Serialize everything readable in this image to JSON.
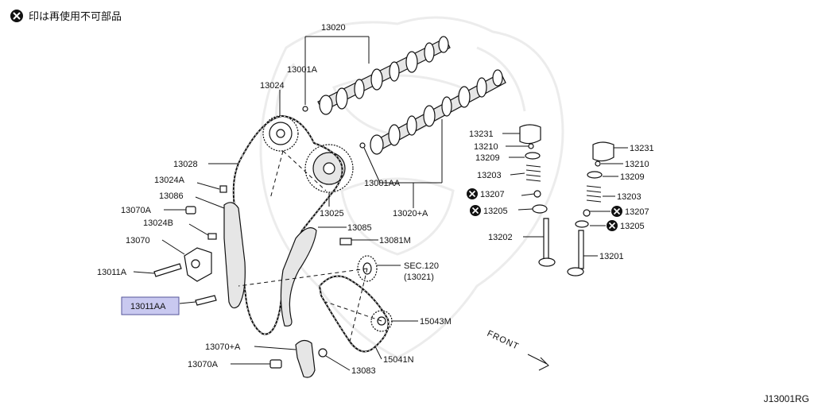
{
  "header": {
    "note_text": "印は再使用不可部品",
    "note_icon": "x-circle-icon"
  },
  "footer": {
    "diagram_code": "J13001RG"
  },
  "highlight_color": "#c9c9f0",
  "labels": {
    "l13020": "13020",
    "l13001A": "13001A",
    "l13024": "13024",
    "l13028": "13028",
    "l13024A": "13024A",
    "l13086": "13086",
    "l13070A_top": "13070A",
    "l13024B": "13024B",
    "l13070": "13070",
    "l13011A": "13011A",
    "l13011AA": "13011AA",
    "l13025": "13025",
    "l13001AA": "13001AA",
    "l13020A": "13020+A",
    "l13085": "13085",
    "l13081M": "13081M",
    "lSEC120": "SEC.120",
    "l13021": "(13021)",
    "l15043M": "15043M",
    "l15041N": "15041N",
    "l13083": "13083",
    "l13070pA": "13070+A",
    "l13070A_bot": "13070A",
    "l13231_l": "13231",
    "l13210_l": "13210",
    "l13209_l": "13209",
    "l13203_l": "13203",
    "l13207_l": "13207",
    "l13205_l": "13205",
    "l13202": "13202",
    "l13231_r": "13231",
    "l13210_r": "13210",
    "l13209_r": "13209",
    "l13203_r": "13203",
    "l13207_r": "13207",
    "l13205_r": "13205",
    "l13201": "13201",
    "front": "FRONT"
  }
}
